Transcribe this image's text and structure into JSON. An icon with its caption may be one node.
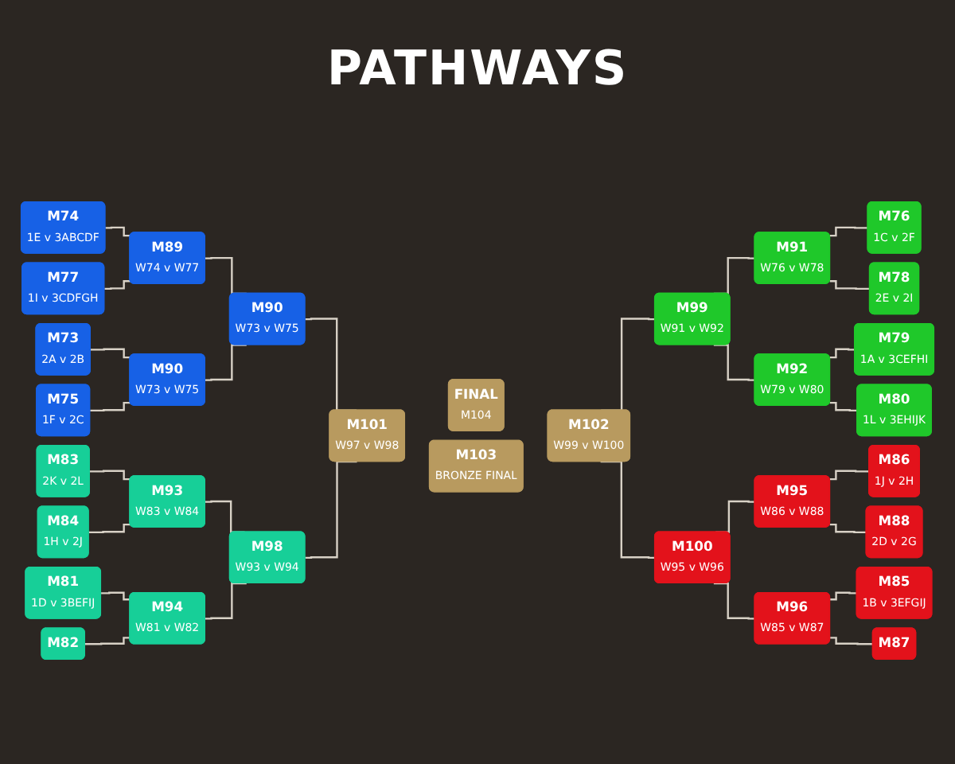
{
  "diagram": {
    "title": "PATHWAYS",
    "nodes": [
      {
        "text": [
          "M74",
          "1E v 3ABCDF"
        ]
      },
      {
        "text": [
          "M77",
          "1I v 3CDFGH"
        ]
      },
      {
        "text": [
          "M73",
          "2A v 2B"
        ]
      },
      {
        "text": [
          "M75",
          "1F v 2C"
        ]
      },
      {
        "text": [
          "M83",
          "2K v 2L"
        ]
      },
      {
        "text": [
          "M84",
          "1H v 2J"
        ]
      },
      {
        "text": [
          "M81",
          "1D v 3BEFIJ"
        ]
      },
      {
        "text": [
          "M82"
        ]
      },
      {
        "text": [
          "M89",
          "W74 v W77"
        ]
      },
      {
        "text": [
          "M90",
          "W73 v W75"
        ]
      },
      {
        "text": [
          "M93",
          "W83 v W84"
        ]
      },
      {
        "text": [
          "M94",
          "W81 v W82"
        ]
      },
      {
        "text": [
          "M90",
          "W73 v W75"
        ]
      },
      {
        "text": [
          "M98",
          "W93 v W94"
        ]
      },
      {
        "text": [
          "M101",
          "W97 v W98"
        ]
      },
      {
        "text": [
          "FINAL",
          "M104"
        ]
      },
      {
        "text": [
          "M103",
          "BRONZE FINAL"
        ]
      },
      {
        "text": [
          "M102",
          "W99 v W100"
        ]
      },
      {
        "text": [
          "M99",
          "W91 v W92"
        ]
      },
      {
        "text": [
          "M100",
          "W95 v W96"
        ]
      },
      {
        "text": [
          "M91",
          "W76 v W78"
        ]
      },
      {
        "text": [
          "M92",
          "W79 v W80"
        ]
      },
      {
        "text": [
          "M95",
          "W86 v W88"
        ]
      },
      {
        "text": [
          "M96",
          "W85 v W87"
        ]
      },
      {
        "text": [
          "M76",
          "1C v 2F"
        ]
      },
      {
        "text": [
          "M78",
          "2E v 2I"
        ]
      },
      {
        "text": [
          "M79",
          "1A v 3CEFHI"
        ]
      },
      {
        "text": [
          "M80",
          "1L v 3EHIJK"
        ]
      },
      {
        "text": [
          "M86",
          "1J v 2H"
        ]
      },
      {
        "text": [
          "M88",
          "2D v 2G"
        ]
      },
      {
        "text": [
          "M85",
          "1B v 3EFGIJ"
        ]
      },
      {
        "text": [
          "M87"
        ]
      }
    ],
    "edges": [
      {
        "from": 0,
        "to": 8,
        "arrow": "none"
      },
      {
        "from": 1,
        "to": 8,
        "arrow": "none"
      },
      {
        "from": 2,
        "to": 9,
        "arrow": "none"
      },
      {
        "from": 3,
        "to": 9,
        "arrow": "none"
      },
      {
        "from": 4,
        "to": 10,
        "arrow": "none"
      },
      {
        "from": 5,
        "to": 10,
        "arrow": "none"
      },
      {
        "from": 6,
        "to": 11,
        "arrow": "none"
      },
      {
        "from": 7,
        "to": 11,
        "arrow": "none"
      },
      {
        "from": 8,
        "to": 12,
        "arrow": "none"
      },
      {
        "from": 9,
        "to": 12,
        "arrow": "none"
      },
      {
        "from": 10,
        "to": 13,
        "arrow": "none"
      },
      {
        "from": 11,
        "to": 13,
        "arrow": "none"
      },
      {
        "from": 12,
        "to": 14,
        "arrow": "none"
      },
      {
        "from": 13,
        "to": 14,
        "arrow": "none"
      },
      {
        "from": 17,
        "to": 18,
        "arrow": "none"
      },
      {
        "from": 17,
        "to": 19,
        "arrow": "none"
      },
      {
        "from": 18,
        "to": 20,
        "arrow": "none"
      },
      {
        "from": 18,
        "to": 21,
        "arrow": "none"
      },
      {
        "from": 19,
        "to": 22,
        "arrow": "none"
      },
      {
        "from": 19,
        "to": 23,
        "arrow": "none"
      },
      {
        "from": 20,
        "to": 24,
        "arrow": "none"
      },
      {
        "from": 20,
        "to": 25,
        "arrow": "none"
      },
      {
        "from": 21,
        "to": 26,
        "arrow": "none"
      },
      {
        "from": 21,
        "to": 27,
        "arrow": "none"
      },
      {
        "from": 22,
        "to": 28,
        "arrow": "none"
      },
      {
        "from": 22,
        "to": 29,
        "arrow": "none"
      },
      {
        "from": 23,
        "to": 30,
        "arrow": "none"
      },
      {
        "from": 23,
        "to": 31,
        "arrow": "none"
      }
    ]
  }
}
